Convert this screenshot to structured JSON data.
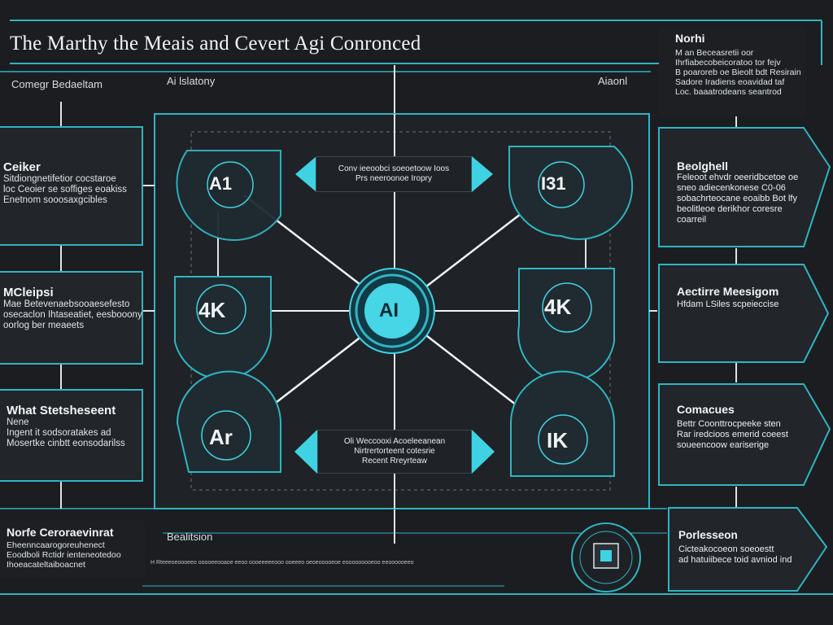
{
  "title": "The Marthy the Meais and Cevert Agi Conronced",
  "labels": {
    "top_left": "Comegr Bedaeltam",
    "top_mid": "Ai lslatony",
    "top_right": "Aiaonl",
    "bottom_mid": "Bealitsion"
  },
  "note_top": {
    "heading": "Norhi",
    "lines": [
      "M an Beceasretii oor",
      "Ihrfiabecobeicoratoo tor fejv",
      "B poaroreb oe Bieolt bdt Resirain",
      "Sadore Iradiens eoavidad taf",
      "Loc. baaatrodeans seantrod"
    ]
  },
  "left_boxes": [
    {
      "heading": "Ceiker",
      "lines": [
        "Sitdiongnetifetior cocstaroe",
        "loc Ceoier se soffiges eoakiss",
        "Enetnom sooosaxgcibles"
      ]
    },
    {
      "heading": "MCleipsi",
      "lines": [
        "Mae Betevenaebsooaesefesto",
        "osecaclon Ihtaseatiet, eesbooony",
        "oorlog ber meaeets"
      ]
    },
    {
      "heading": "What Stetsheseent",
      "lines": [
        "Nene",
        "Ingent it sodsoratakes ad",
        "Mosertke cinbtt eonsodarilss"
      ]
    }
  ],
  "right_boxes": [
    {
      "heading": "Beolghell",
      "lines": [
        "Feleoot ehvdr oeeridbcetoe oe",
        "sneo adiecenkonese C0-06",
        "sobachrteocane eoaibb Bot lfy",
        "beolitleoe derikhor coresre",
        "coarreil"
      ]
    },
    {
      "heading": "Aectirre Meesigom",
      "lines": [
        "Hfdam LSiles scpeieccise"
      ]
    },
    {
      "heading": "Comacues",
      "lines": [
        "Bettr Coonttrocpeeke sten",
        "Rar iredcioos emerid coeest",
        "soueencoow eariserige"
      ]
    }
  ],
  "note_bottom_left": {
    "heading": "Norfe Ceroraevinrat",
    "lines": [
      "Eheenncaarogoreuhenect",
      "Eoodboli Rctidr ienteneotedoo",
      "Ihoeacateltaiboacnet"
    ]
  },
  "note_bottom_right": {
    "heading": "Porlesseon",
    "lines": [
      "Cicteakocoeon soeoestt",
      "ad hatuiibece toid avniod ind"
    ]
  },
  "banners": {
    "top": [
      "Conv ieeoobci soeoetoow Ioos",
      "Prs neeroonoe Iropry"
    ],
    "bottom": [
      "Oli Weccooxi Acoeleeanean",
      "Nirtrertorteent cotesrie",
      "Recent Rreyrteaw"
    ]
  },
  "nodes": {
    "top_left": "A1",
    "top_right": "I31",
    "mid_left": "4K",
    "mid_right": "4K",
    "bottom_left": "Ar",
    "bottom_right": "IK",
    "center": "AI"
  },
  "footer_text": "H Rteeeoeoooeeo ooooeeooaoe eeoo oooeeeeeooo ooeeeo oeoeooooeoe eooooooooeoo eeoooooeeo",
  "colors": {
    "accent": "#2fb5c3",
    "accent_bright": "#3fd2e3",
    "background": "#1b1d21",
    "panel": "#222529"
  }
}
